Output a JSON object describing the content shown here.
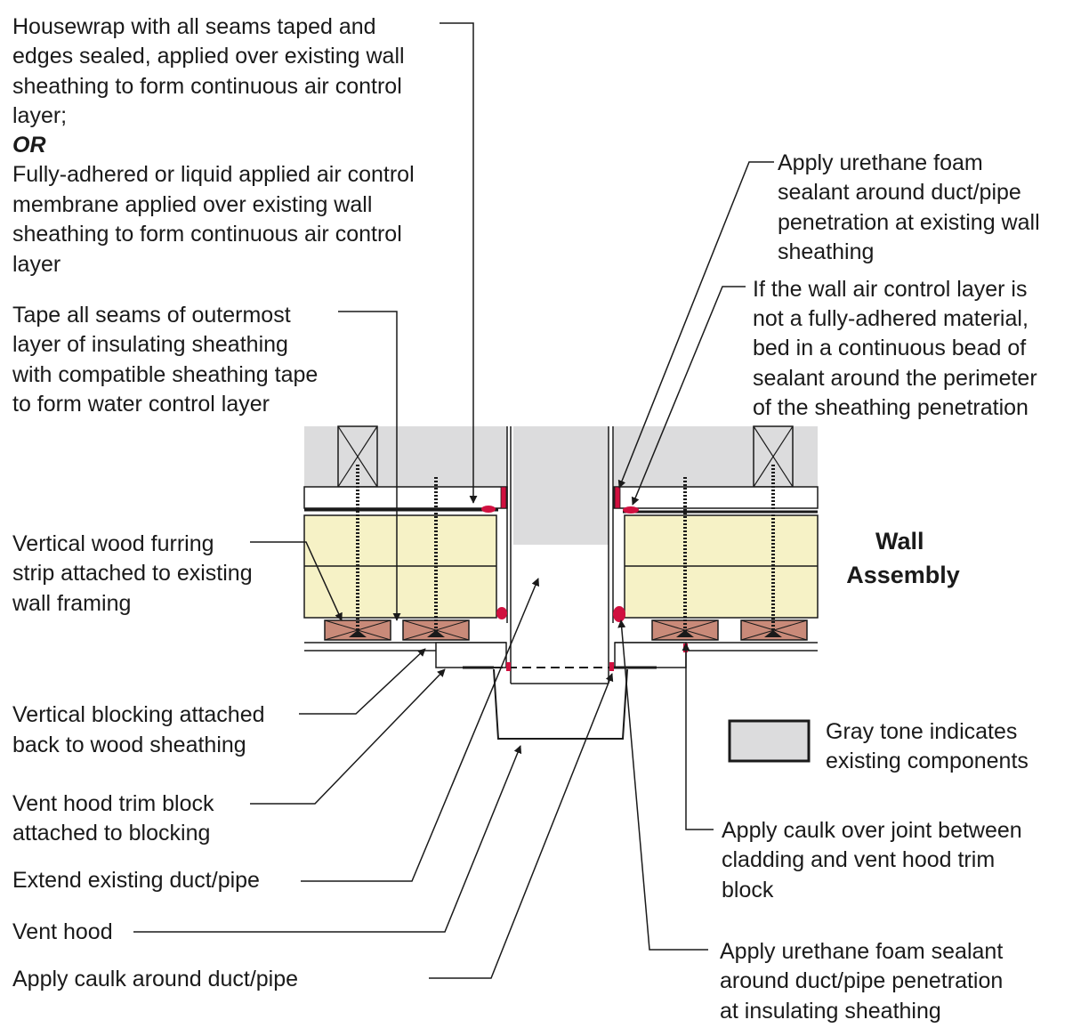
{
  "labels": {
    "housewrap": [
      "Housewrap with all seams taped and",
      "edges sealed, applied over existing wall",
      "sheathing to form continuous air control",
      "layer;"
    ],
    "or": "OR",
    "membrane": [
      "Fully-adhered or liquid applied air control",
      "membrane applied over existing wall",
      "sheathing to form continuous air control",
      "layer"
    ],
    "tape_seams": [
      "Tape all seams of outermost",
      "layer of insulating sheathing",
      "with compatible sheathing tape",
      "to form water control layer"
    ],
    "furring": [
      "Vertical wood furring",
      "strip attached to existing",
      "wall framing"
    ],
    "blocking": [
      "Vertical blocking attached",
      "back to wood sheathing"
    ],
    "trim_block": [
      "Vent hood trim block",
      "attached to blocking"
    ],
    "extend_duct": "Extend existing duct/pipe",
    "vent_hood": "Vent hood",
    "caulk_duct": "Apply caulk around duct/pipe",
    "foam_wall": [
      "Apply urethane foam",
      "sealant around duct/pipe",
      "penetration at existing wall",
      "sheathing"
    ],
    "bead": [
      "If the wall air control layer is",
      "not a fully-adhered material,",
      "bed in a continuous bead of",
      "sealant around the perimeter",
      "of the sheathing penetration"
    ],
    "title": [
      "Wall",
      "Assembly"
    ],
    "legend": [
      "Gray tone indicates",
      "existing components"
    ],
    "caulk_joint": [
      "Apply caulk over joint between",
      "cladding and vent hood trim",
      "block"
    ],
    "foam_insul": [
      "Apply urethane foam sealant",
      "around duct/pipe penetration",
      "at insulating sheathing"
    ]
  },
  "colors": {
    "existing_gray": "#dcdcdd",
    "insulation": "#f6f2c6",
    "furring_wood": "#c98a79",
    "sealant": "#d0103f",
    "line": "#1a1a1a"
  }
}
